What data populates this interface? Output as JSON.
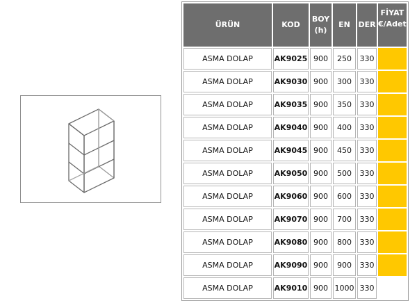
{
  "header": {
    "product": "ÜRÜN",
    "code": "KOD",
    "height_line1": "BOY",
    "height_line2": "(h)",
    "width": "EN",
    "depth": "DER",
    "price_line1": "FİYAT",
    "price_line2": "€/Adet"
  },
  "rows": [
    {
      "name": "ASMA DOLAP",
      "code": "AK9025",
      "height": "900",
      "width": "250",
      "depth": "330",
      "price": "",
      "price_highlighted": true
    },
    {
      "name": "ASMA DOLAP",
      "code": "AK9030",
      "height": "900",
      "width": "300",
      "depth": "330",
      "price": "",
      "price_highlighted": true
    },
    {
      "name": "ASMA DOLAP",
      "code": "AK9035",
      "height": "900",
      "width": "350",
      "depth": "330",
      "price": "",
      "price_highlighted": true
    },
    {
      "name": "ASMA DOLAP",
      "code": "AK9040",
      "height": "900",
      "width": "400",
      "depth": "330",
      "price": "",
      "price_highlighted": true
    },
    {
      "name": "ASMA DOLAP",
      "code": "AK9045",
      "height": "900",
      "width": "450",
      "depth": "330",
      "price": "",
      "price_highlighted": true
    },
    {
      "name": "ASMA DOLAP",
      "code": "AK9050",
      "height": "900",
      "width": "500",
      "depth": "330",
      "price": "",
      "price_highlighted": true
    },
    {
      "name": "ASMA DOLAP",
      "code": "AK9060",
      "height": "900",
      "width": "600",
      "depth": "330",
      "price": "",
      "price_highlighted": true
    },
    {
      "name": "ASMA DOLAP",
      "code": "AK9070",
      "height": "900",
      "width": "700",
      "depth": "330",
      "price": "",
      "price_highlighted": true
    },
    {
      "name": "ASMA DOLAP",
      "code": "AK9080",
      "height": "900",
      "width": "800",
      "depth": "330",
      "price": "",
      "price_highlighted": true
    },
    {
      "name": "ASMA DOLAP",
      "code": "AK9090",
      "height": "900",
      "width": "900",
      "depth": "330",
      "price": "",
      "price_highlighted": true
    },
    {
      "name": "ASMA DOLAP",
      "code": "AK9010",
      "height": "900",
      "width": "1000",
      "depth": "330",
      "price": "",
      "price_highlighted": false
    }
  ],
  "colors": {
    "header_bg": "#6e6e6e",
    "price_highlight": "#ffc800"
  },
  "image": {
    "icon": "wall-cabinet-line-drawing"
  }
}
